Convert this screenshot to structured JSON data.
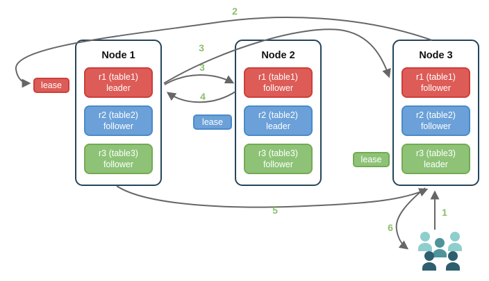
{
  "diagram": {
    "title": "multi-node replica leader/follower lease diagram",
    "nodes": [
      {
        "title": "Node 1",
        "replicas": [
          {
            "name": "r1 (table1)",
            "role": "leader",
            "color": "#dd5c57"
          },
          {
            "name": "r2 (table2)",
            "role": "follower",
            "color": "#6ba1d8"
          },
          {
            "name": "r3 (table3)",
            "role": "follower",
            "color": "#8ec377"
          }
        ]
      },
      {
        "title": "Node 2",
        "replicas": [
          {
            "name": "r1 (table1)",
            "role": "follower",
            "color": "#dd5c57"
          },
          {
            "name": "r2 (table2)",
            "role": "leader",
            "color": "#6ba1d8"
          },
          {
            "name": "r3 (table3)",
            "role": "follower",
            "color": "#8ec377"
          }
        ]
      },
      {
        "title": "Node 3",
        "replicas": [
          {
            "name": "r1 (table1)",
            "role": "follower",
            "color": "#dd5c57"
          },
          {
            "name": "r2 (table2)",
            "role": "follower",
            "color": "#6ba1d8"
          },
          {
            "name": "r3 (table3)",
            "role": "leader",
            "color": "#8ec377"
          }
        ]
      }
    ],
    "leases": [
      {
        "label": "lease",
        "color": "#dd5c57",
        "near": "Node 1 r1 leader"
      },
      {
        "label": "lease",
        "color": "#6ba1d8",
        "near": "Node 2 r2 leader"
      },
      {
        "label": "lease",
        "color": "#8ec377",
        "near": "Node 3 r3 leader"
      }
    ],
    "arrow_labels": {
      "step1": "1",
      "step2": "2",
      "step3a": "3",
      "step3b": "3",
      "step4": "4",
      "step5": "5",
      "step6": "6"
    },
    "colors": {
      "node_border": "#23445c",
      "arrow": "#666666",
      "arrow_number": "#8cbe6c",
      "replica_red": "#dd5c57",
      "replica_blue": "#6ba1d8",
      "replica_green": "#8ec377",
      "users_light": "#8ecfcd",
      "users_mid": "#4f939b",
      "users_dark": "#2e5f6e"
    },
    "icons": {
      "users": "users-group-icon"
    }
  }
}
